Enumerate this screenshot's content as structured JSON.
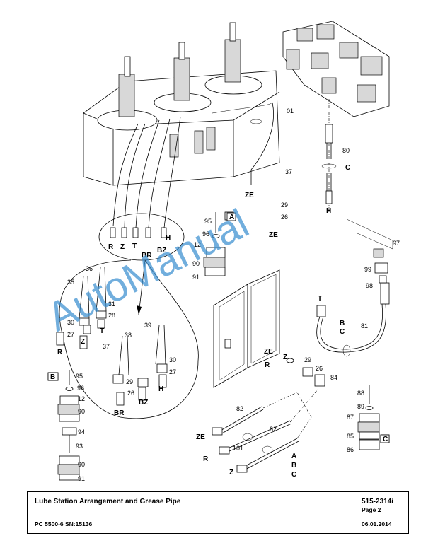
{
  "watermark": "AutoManual",
  "title_block": {
    "title": "Lube Station Arrangement and Grease Pipe",
    "model": "PC 5500-6 SN:15136",
    "doc_number": "515-2314i",
    "page": "Page 2",
    "date": "06.01.2014"
  },
  "labels": {
    "p01": "01",
    "p80": "80",
    "pC_top": "C",
    "pH_top": "H",
    "p37_ze": "37",
    "p29_ze": "29",
    "p26_ze": "26",
    "pZE_a": "ZE",
    "pZE_b": "ZE",
    "pR": "R",
    "pZ": "Z",
    "pT": "T",
    "pBR": "BR",
    "pBZ": "BZ",
    "pH": "H",
    "boxA": "A",
    "p95a": "95",
    "p96a": "96",
    "p12a": "12",
    "p90a": "90",
    "p91a": "91",
    "p97": "97",
    "p99": "99",
    "p98": "98",
    "p81": "81",
    "pT2": "T",
    "pB2": "B",
    "pC2": "C",
    "p36": "36",
    "p35": "35",
    "p31": "31",
    "p28": "28",
    "p30a": "30",
    "p27a": "27",
    "pR2": "R",
    "pZ2": "Z",
    "pT3": "T",
    "p38": "38",
    "p39": "39",
    "p37b": "37",
    "p30b": "30",
    "p27b": "27",
    "p29b": "29",
    "p26b": "26",
    "pBR2": "BR",
    "pBZ2": "BZ",
    "pH2": "H",
    "boxB": "B",
    "p95b": "95",
    "p96b": "96",
    "p12b": "12",
    "p90b": "90",
    "p94": "94",
    "p93": "93",
    "p90c": "90",
    "p91b": "91",
    "pZE3": "ZE",
    "pZ3": "Z",
    "pR3": "R",
    "p29c": "29",
    "p26c": "26",
    "p84": "84",
    "p82a": "82",
    "p82b": "82",
    "p101": "101",
    "pZE4": "ZE",
    "pR4": "R",
    "pZ4": "Z",
    "pA5": "A",
    "pB5": "B",
    "pC5": "C",
    "p88": "88",
    "p89": "89",
    "p87": "87",
    "p85": "85",
    "p86": "86",
    "boxC": "C"
  }
}
